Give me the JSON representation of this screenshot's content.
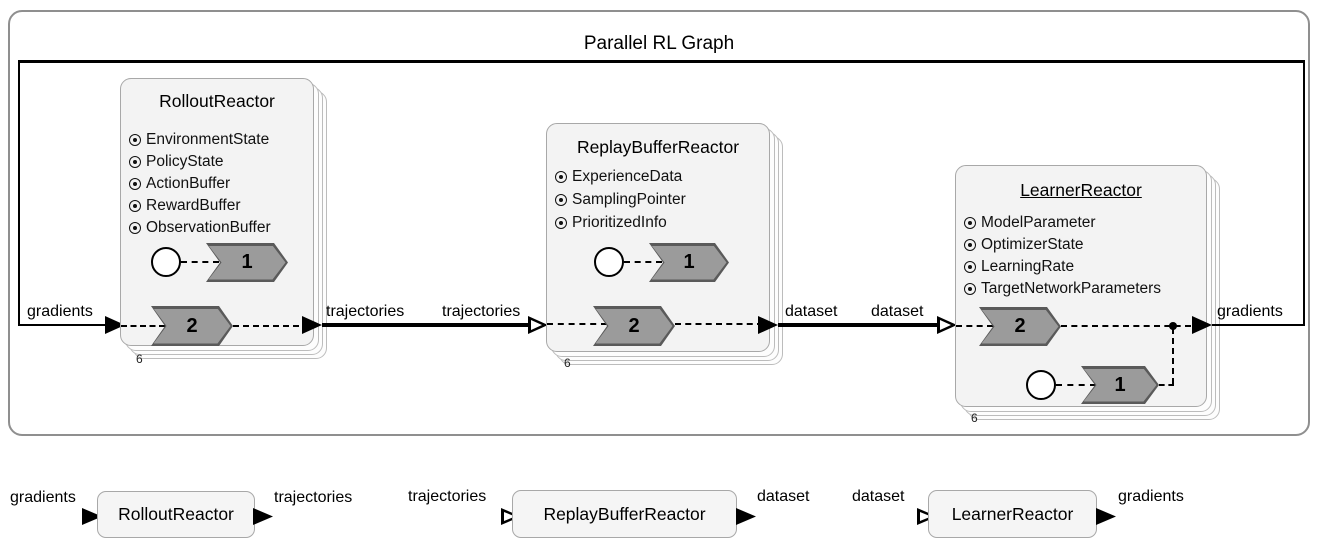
{
  "diagram": {
    "title": "Parallel RL Graph",
    "ports": {
      "gradients": "gradients",
      "trajectories": "trajectories",
      "dataset": "dataset"
    },
    "reactors": {
      "rollout": {
        "name": "RolloutReactor",
        "bank_count": "6",
        "states": [
          "EnvironmentState",
          "PolicyState",
          "ActionBuffer",
          "RewardBuffer",
          "ObservationBuffer"
        ],
        "reactions": {
          "r1": "1",
          "r2": "2"
        }
      },
      "replay": {
        "name": "ReplayBufferReactor",
        "bank_count": "6",
        "states": [
          "ExperienceData",
          "SamplingPointer",
          "PrioritizedInfo"
        ],
        "reactions": {
          "r1": "1",
          "r2": "2"
        }
      },
      "learner": {
        "name": "LearnerReactor",
        "bank_count": "6",
        "states": [
          "ModelParameter",
          "OptimizerState",
          "LearningRate",
          "TargetNetworkParameters"
        ],
        "reactions": {
          "r1": "1",
          "r2": "2"
        }
      }
    }
  },
  "interface_row": {
    "rollout": {
      "name": "RolloutReactor",
      "input": "gradients",
      "output": "trajectories"
    },
    "replay": {
      "name": "ReplayBufferReactor",
      "input": "trajectories",
      "output": "dataset"
    },
    "learner": {
      "name": "LearnerReactor",
      "input": "dataset",
      "output": "gradients"
    }
  },
  "colors": {
    "connection": "#000000",
    "card_fill": "#f3f3f3",
    "card_border": "#a8a8a8",
    "reaction_fill": "#9b9b9b",
    "reaction_border": "#5a5a5a"
  }
}
